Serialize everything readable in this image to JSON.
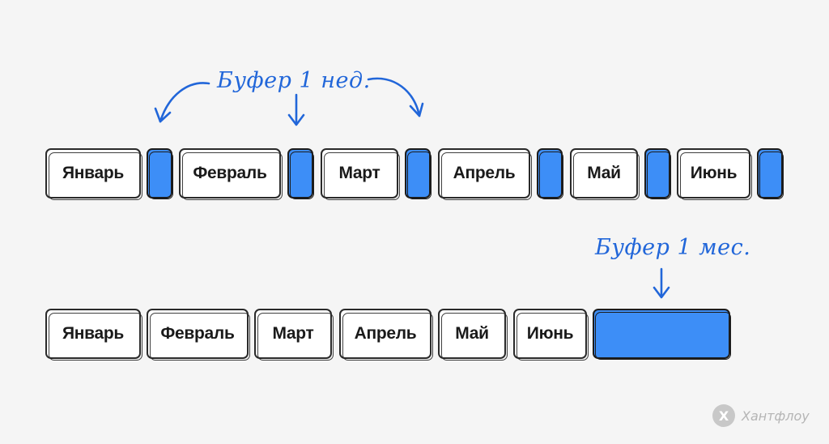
{
  "row1": {
    "annotation": "Буфер 1 нед.",
    "months": [
      "Январь",
      "Февраль",
      "Март",
      "Апрель",
      "Май",
      "Июнь"
    ]
  },
  "row2": {
    "annotation": "Буфер 1 мес.",
    "months": [
      "Январь",
      "Февраль",
      "Март",
      "Апрель",
      "Май",
      "Июнь"
    ]
  },
  "colors": {
    "buffer": "#3d8ef7",
    "annotation": "#2166d9",
    "background": "#f5f5f5"
  },
  "brand": {
    "name": "Хантфлоу",
    "mark": "X"
  }
}
